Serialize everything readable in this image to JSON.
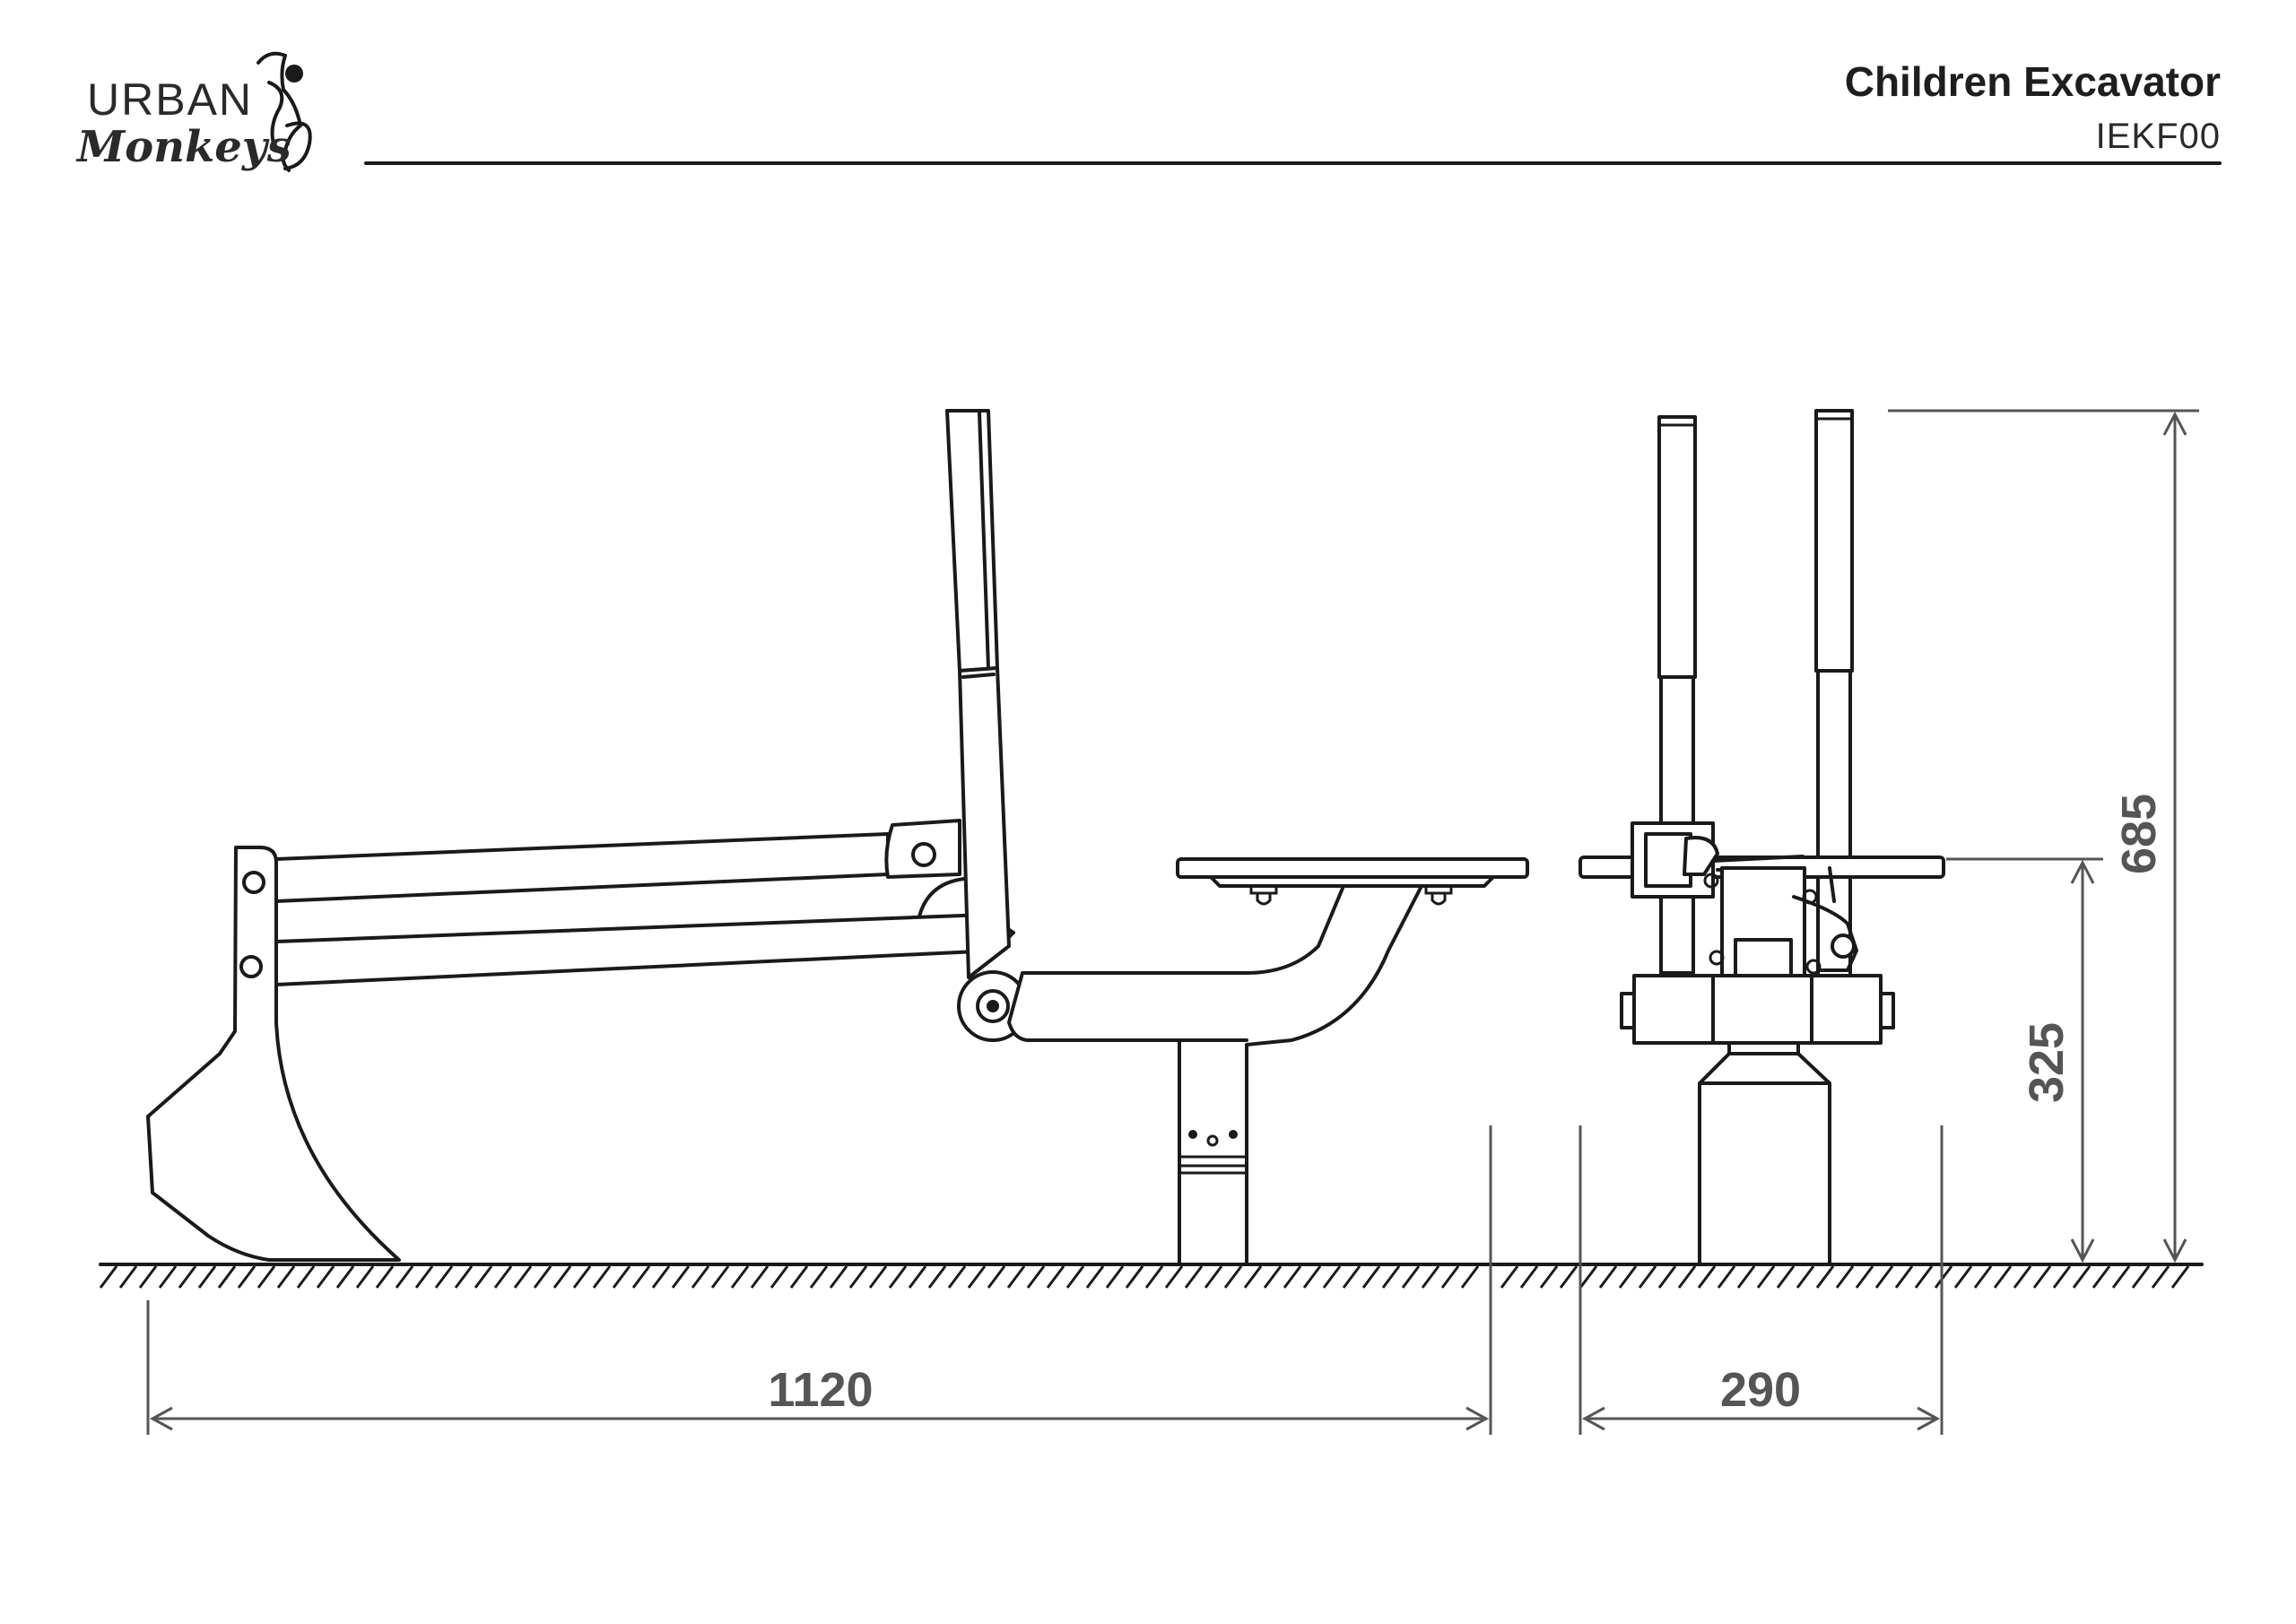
{
  "header": {
    "logo_word_1": "URBAN",
    "logo_word_2": "Monkeys",
    "title": "Children Excavator",
    "code": "IEKF00"
  },
  "dimensions": {
    "length": "1120",
    "width": "290",
    "seat_height": "325",
    "total_height": "685"
  },
  "colors": {
    "line": "#1a1a1a",
    "dimension": "#555555",
    "background": "#ffffff"
  }
}
